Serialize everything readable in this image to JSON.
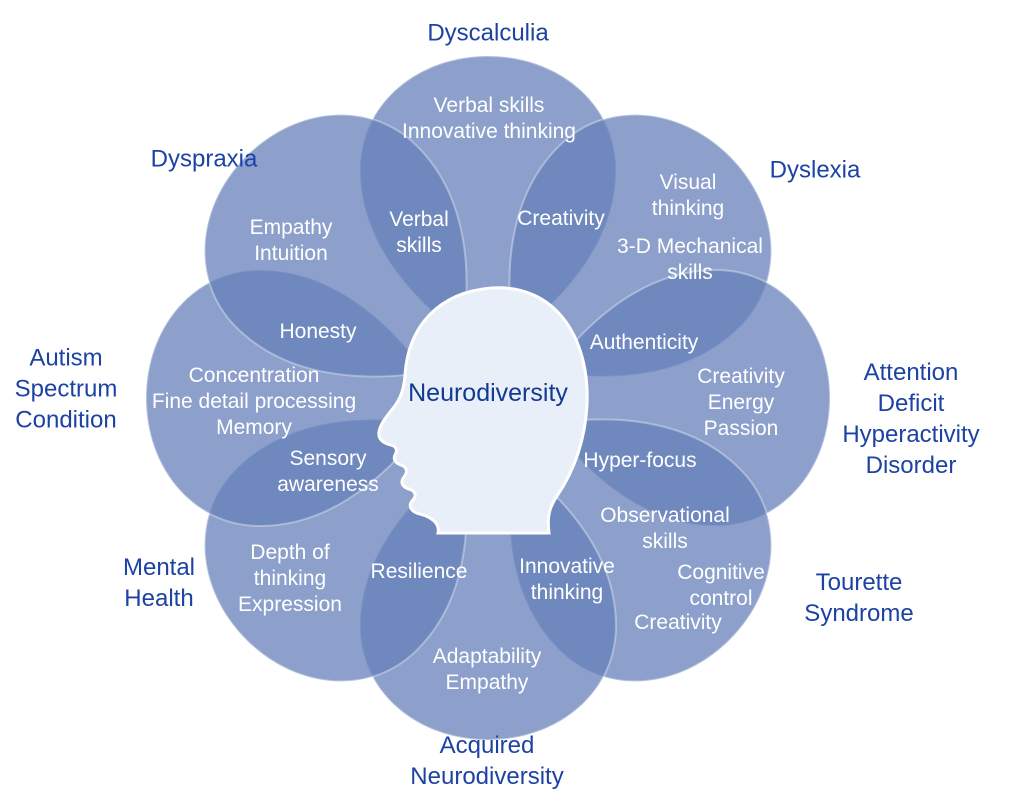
{
  "diagram_title": "Neurodiversity",
  "colors": {
    "petal_fill": "#6680ba",
    "petal_single_layer": "#8ca0cb",
    "petal_overlap": "#7188be",
    "title_blue": "#1c42a4",
    "center_text_blue": "#123a8f",
    "strength_text": "#ffffff",
    "head_fill": "#e9eff9"
  },
  "center": {
    "label": "Neurodiversity"
  },
  "petals": {
    "dyscalculia": {
      "title": "Dyscalculia",
      "strengths": "Verbal skills\nInnovative thinking"
    },
    "dyslexia": {
      "title": "Dyslexia",
      "strengths_1": "Visual\nthinking",
      "strengths_2": "3-D Mechanical\nskills"
    },
    "adhd": {
      "title": "Attention Deficit\nHyperactivity\nDisorder",
      "strengths": "Creativity\nEnergy\nPassion"
    },
    "tourette": {
      "title": "Tourette\nSyndrome",
      "strengths_1": "Observational\nskills",
      "strengths_2": "Cognitive\ncontrol",
      "strengths_3": "Creativity"
    },
    "acquired": {
      "title": "Acquired\nNeurodiversity",
      "strengths": "Adaptability\nEmpathy"
    },
    "mental_health": {
      "title": "Mental\nHealth",
      "strengths": "Depth of\nthinking\nExpression"
    },
    "autism": {
      "title": "Autism\nSpectrum\nCondition",
      "strengths": "Concentration\nFine detail processing\nMemory"
    },
    "dyspraxia": {
      "title": "Dyspraxia",
      "strengths": "Empathy\nIntuition"
    }
  },
  "overlaps": {
    "dyspraxia_dyscalculia": "Verbal\nskills",
    "dyscalculia_dyslexia": "Creativity",
    "dyslexia_adhd": "Authenticity",
    "adhd_tourette": "Hyper-focus",
    "tourette_acquired": "Innovative\nthinking",
    "acquired_mental_health": "Resilience",
    "mental_health_autism": "Sensory\nawareness",
    "autism_dyspraxia": "Honesty"
  }
}
